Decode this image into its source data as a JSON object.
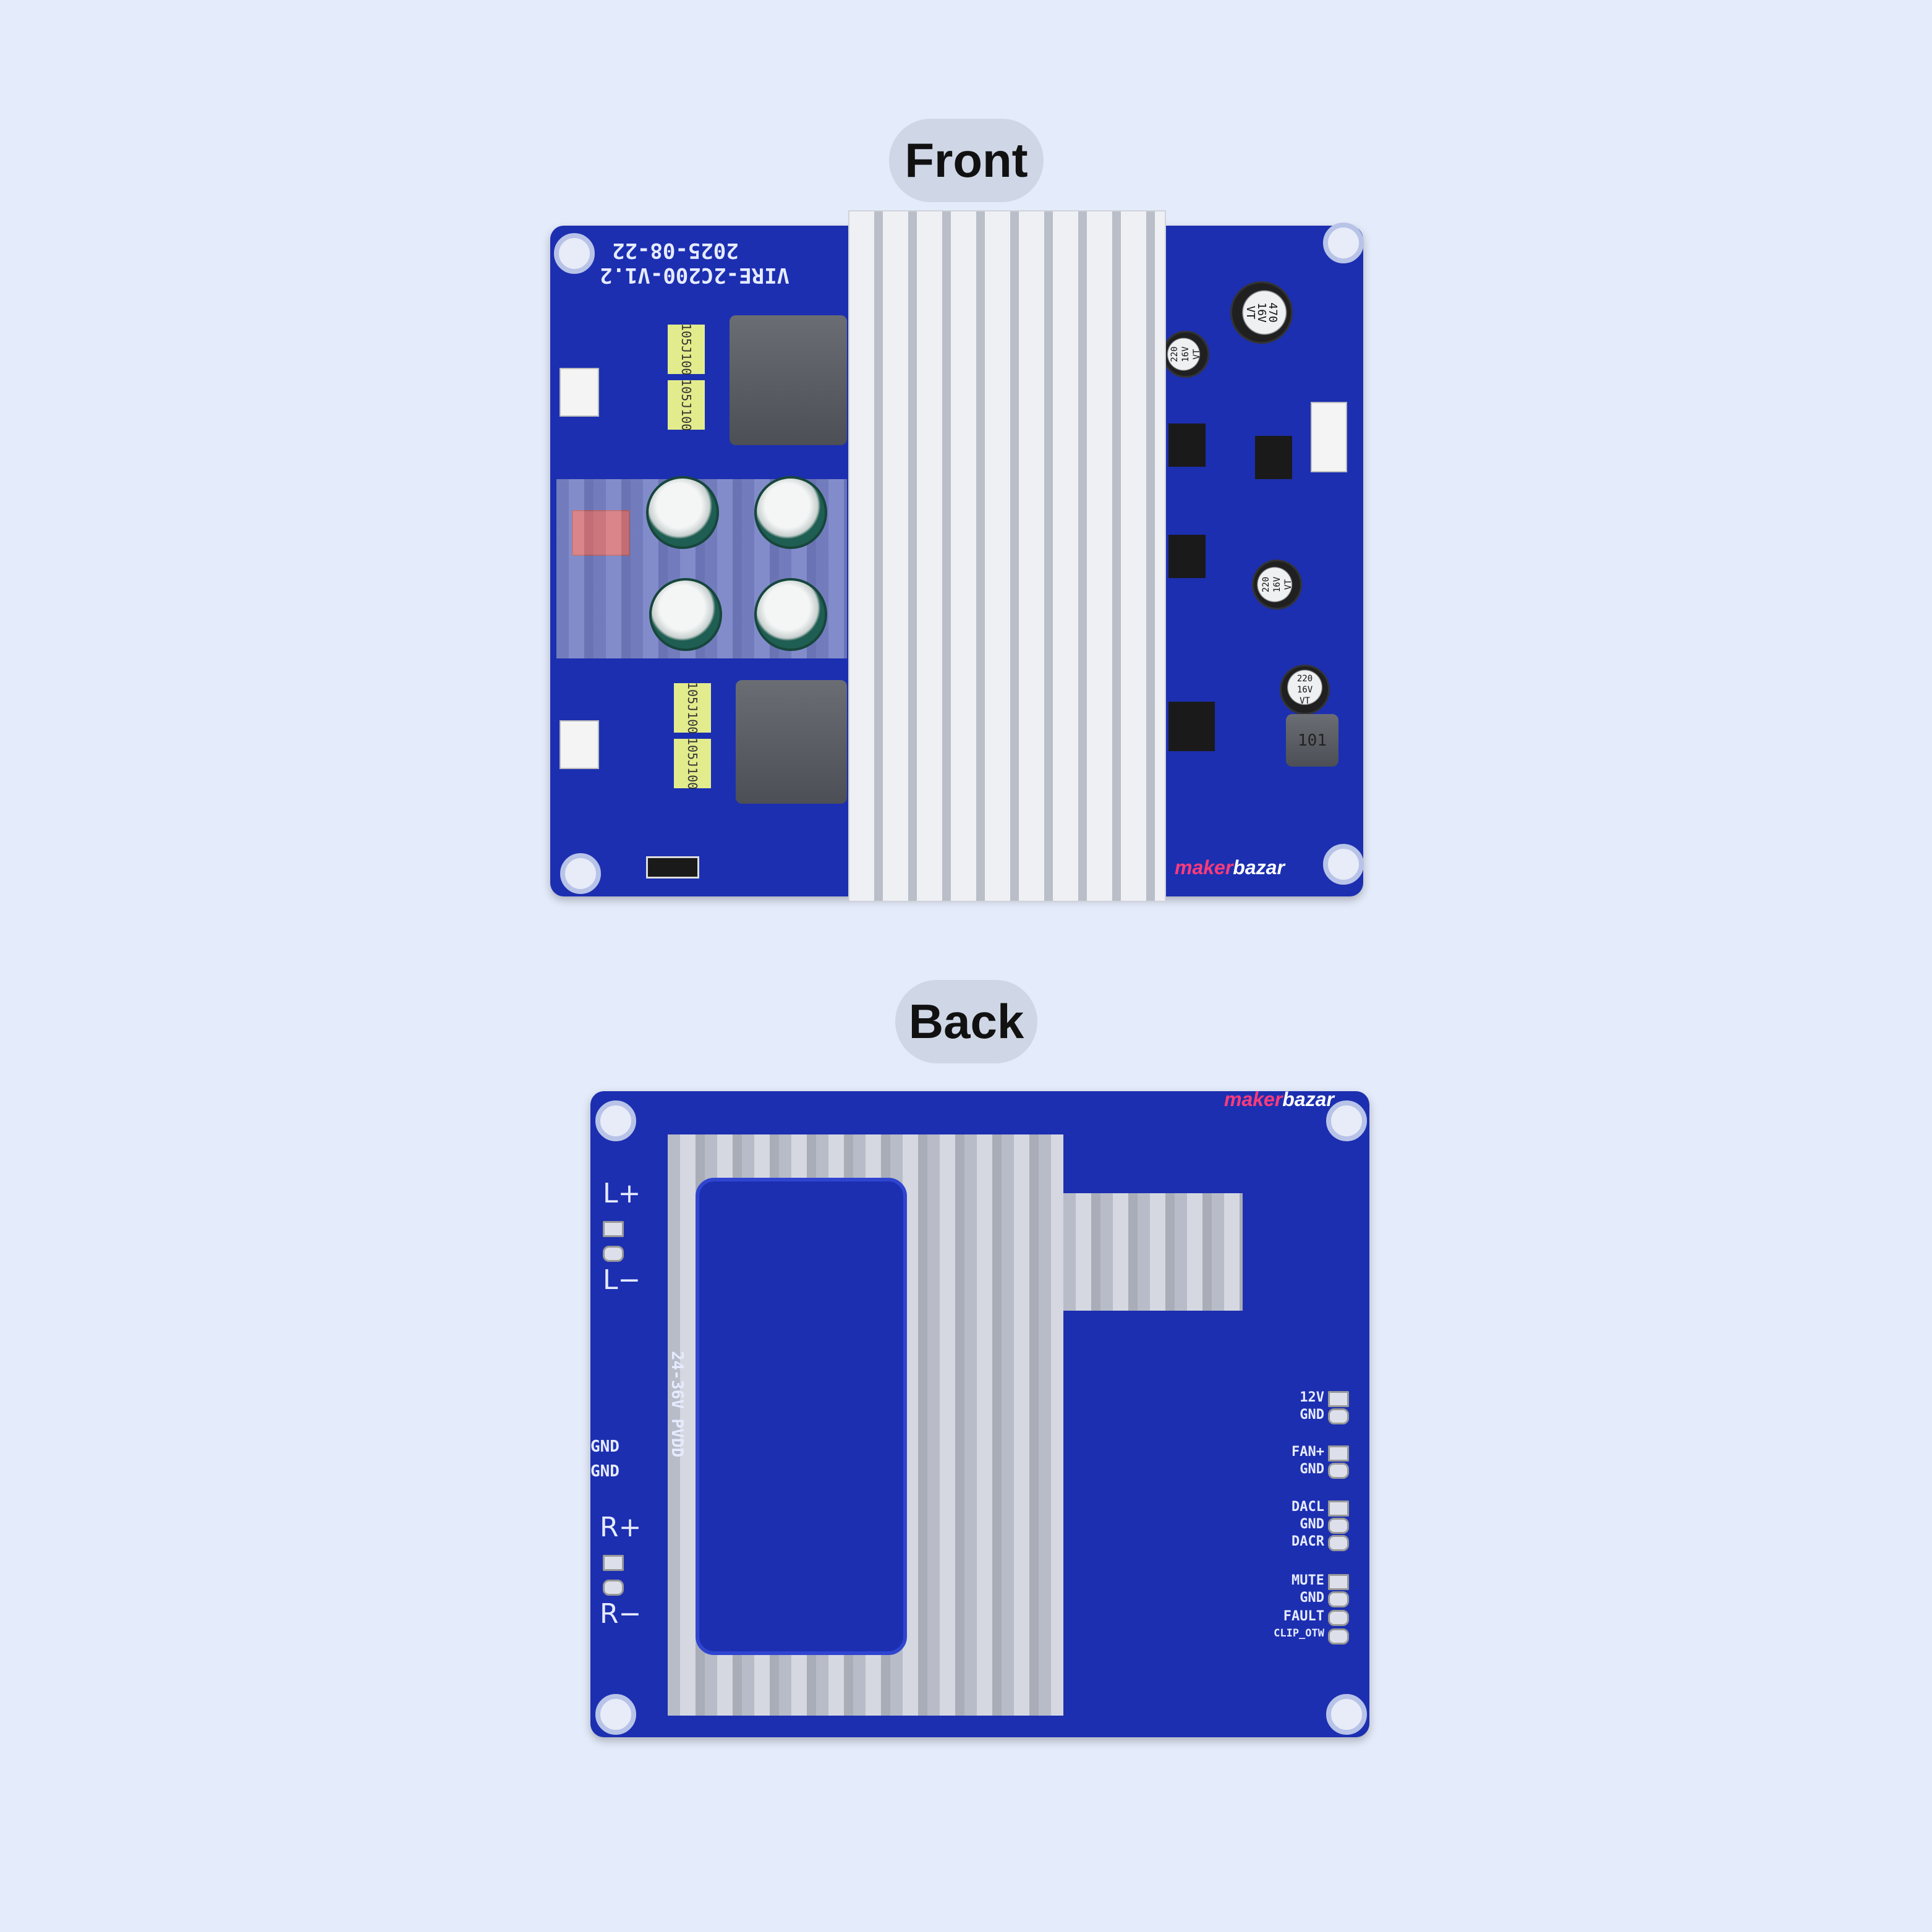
{
  "labels": {
    "front": "Front",
    "back": "Back"
  },
  "brand": {
    "part1": "maker",
    "part2": "bazar"
  },
  "front_board": {
    "model": "VIRE-2C200-V1.2",
    "date": "2025-08-22",
    "film_cap_label": "105J100",
    "cap_large": "470\n16V\nVT",
    "cap_small": "220\n16V\nVT",
    "inductor_label": "101"
  },
  "back_board": {
    "left_labels": [
      "L+",
      "L−",
      "24-36V PVDD",
      "GND",
      "GND",
      "R+",
      "R−"
    ],
    "right_labels": [
      "12V",
      "GND",
      "FAN+",
      "GND",
      "DACL",
      "GND",
      "DACR",
      "MUTE",
      "GND",
      "FAULT",
      "CLIP_OTW"
    ]
  },
  "colors": {
    "background": "#e4ebfa",
    "pcb": "#1c2fb0",
    "label_pill": "#cfd7e6"
  }
}
